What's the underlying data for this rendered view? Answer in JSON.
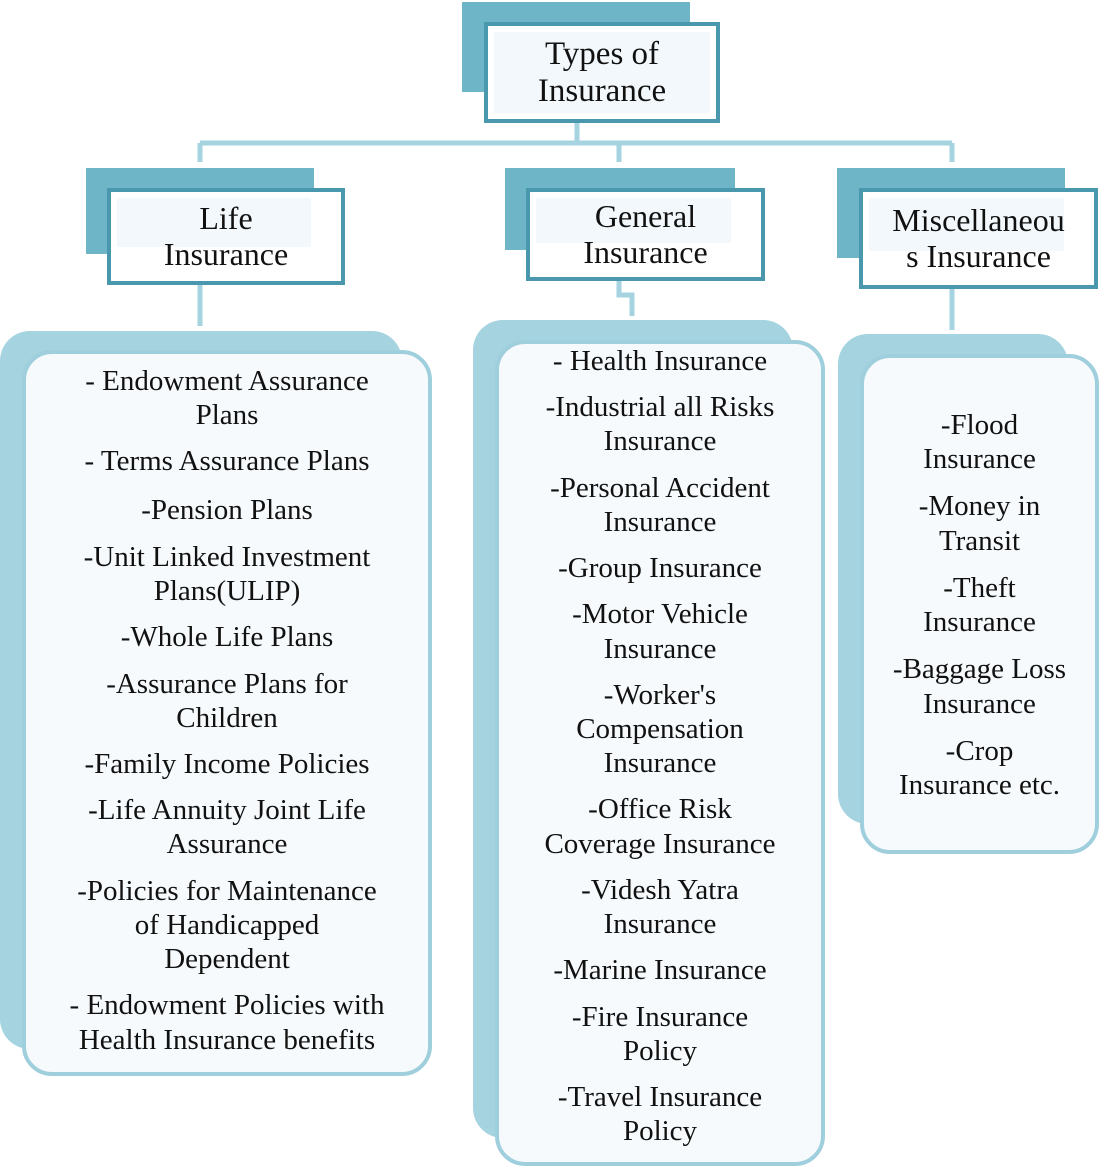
{
  "root": {
    "label": "Types of\nInsurance"
  },
  "categories": [
    {
      "label": "Life\nInsurance",
      "items": [
        "- Endowment Assurance\nPlans",
        "- Terms Assurance Plans",
        "-Pension Plans",
        "-Unit Linked Investment\nPlans(ULIP)",
        "-Whole Life Plans",
        "-Assurance Plans for\nChildren",
        "-Family Income Policies",
        "-Life Annuity Joint Life\nAssurance",
        "-Policies for Maintenance\nof  Handicapped\nDependent",
        "- Endowment Policies with\nHealth Insurance benefits"
      ]
    },
    {
      "label": "General\nInsurance",
      "items": [
        "- Health Insurance",
        "-Industrial all Risks\nInsurance",
        "-Personal Accident\nInsurance",
        "-Group Insurance",
        "-Motor Vehicle\nInsurance",
        "-Worker's\nCompensation\nInsurance",
        "-Office Risk\nCoverage Insurance",
        "-Videsh Yatra\nInsurance",
        "-Marine Insurance",
        "-Fire Insurance\nPolicy",
        "-Travel Insurance\nPolicy"
      ]
    },
    {
      "label": "Miscellaneou\ns Insurance",
      "items": [
        "-Flood\nInsurance",
        "-Money in\nTransit",
        "-Theft\nInsurance",
        "-Baggage Loss\nInsurance",
        "-Crop\nInsurance etc."
      ]
    }
  ],
  "colors": {
    "box_border": "#4a98ad",
    "box_shadow": "#6fb5c8",
    "list_border": "#9fcfdc",
    "list_shadow": "#a5d3e0",
    "connector": "#a5d3e0"
  }
}
